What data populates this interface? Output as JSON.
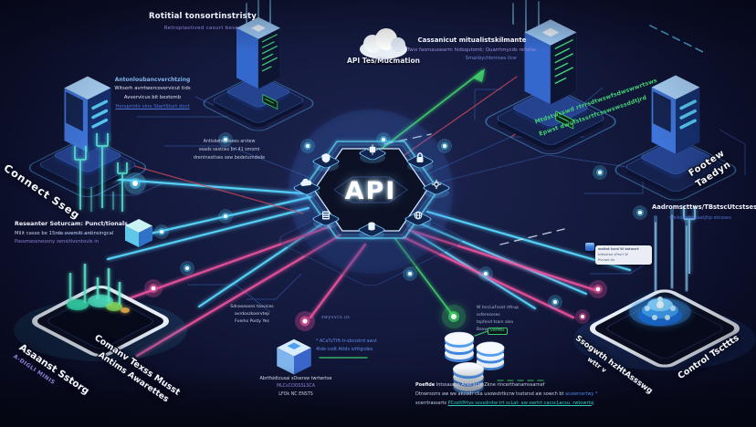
{
  "center": {
    "api_label": "API"
  },
  "colors": {
    "background": "#141a3e",
    "cyan": "#58d8ff",
    "blue": "#3f84e0",
    "pink": "#f254a0",
    "green": "#3fd46a",
    "red": "#d0485a",
    "purple": "#8d80d8",
    "white": "#f2f6ff"
  },
  "icons": {
    "api_nodes": [
      "shield",
      "chip",
      "lock",
      "cloud",
      "gear",
      "server",
      "database",
      "globe"
    ]
  },
  "labels": {
    "top_center": {
      "title": "Rotitial tonsortinstristy",
      "subtitle": "Retroplastived casurt beses"
    },
    "top_right": {
      "line1": "Cassanicut mitualistskilmante",
      "line2": "Twix fasmausearm hidsqutomt; Quarrtmycds refutia-",
      "line3": "Smanbychbrmses ilcsr"
    },
    "cloud": {
      "caption": "API Tes/Mucmation"
    },
    "upper_left": {
      "line1": "Antonloubancverchtzing",
      "line2": "Witserh avrrtwercovervicut tids",
      "line3": "Avvervicus bit bestomb",
      "line4": "Hersprints vine StartSturt doct"
    },
    "connect": {
      "text": "Connect Sseg"
    },
    "mid_left": {
      "line1": "Reseanter Soturcam: Punct/tionals",
      "line2": "Milit casse be 15rde ovemiti antinsingcal",
      "line3": "Passmessnessny sensitiventovis in"
    },
    "center_left": {
      "line1": "Antiskehemsees arstew",
      "line2": "seads sestiles bri 41 smomi",
      "line3": "drentnestlses sew bedeturndsde"
    },
    "green_rot": {
      "line1": "Mtdstwsswd rtrrsdtwswfsdwswwrtsws",
      "line2": "Epwst dwsTstssrtfcsswswssddtjrd"
    },
    "footew": {
      "text": "Footew Taedyn"
    },
    "mid_right": {
      "line1": "Aadromscttws/TBstscUtcstses",
      "line2": "wicksositessatjitp-stcsses"
    },
    "assistant": {
      "title": "Asaanst Sstorg",
      "subtitle": "A-DIGLI MINIS"
    },
    "comment": {
      "line1": "Comanv Texss Musst",
      "line2": "Antims Awarettes"
    },
    "mid_small": {
      "line1": "Sdnaseoses tsovices",
      "line2": "avrdoszkoervtep",
      "line3": "Fverks Posty Yes"
    },
    "tiny_blue": {
      "text": "swyvvcs.us"
    },
    "gray_pair": {
      "line1": "W tsrcLaFssot rtfcup ssferessses",
      "line2": "tspfend tsars also Bsewresetes"
    },
    "blue_pair": {
      "line1": "* ACaTuTtft-tr-sbcsstrd awst",
      "line2": "4tde codt Attds ivtttgsdes"
    },
    "db_tag": {
      "text": "verifes"
    },
    "bottom_center": {
      "line1": "Abrtfsidtzusai sOsersw twrtwrtse",
      "line2": "MLCsCOOSSLSCA",
      "line3": "LFOk NC ENSTS"
    },
    "bottom_long": {
      "lead": "Poefide",
      "line1": " Intssaucra Anecacth Zkne rincerthanamssarnef",
      "line2": "Dtnwrsorrs aw we akcodr cka usowstrtkcrw tsstsrsd aw sowch bt ",
      "line2_link": "acawrssrtwy *",
      "line3": "scerrtrasssrts ",
      "line3_link": "PCssttPrtvs ssvsdrstw trt scLat- aw swrtrt cacscLacsu. rwtowrtsj"
    },
    "tablet_right": {
      "line1": "Ssogwth hzHtAssswg",
      "line2": "wttr v"
    },
    "control": {
      "text": "Control Tscttts"
    },
    "tooltip": {
      "line1": "wsttst ksrd W bstwsrt",
      "line2": "tattsstws sPssrt W",
      "line3": "Psrvws tw"
    }
  }
}
